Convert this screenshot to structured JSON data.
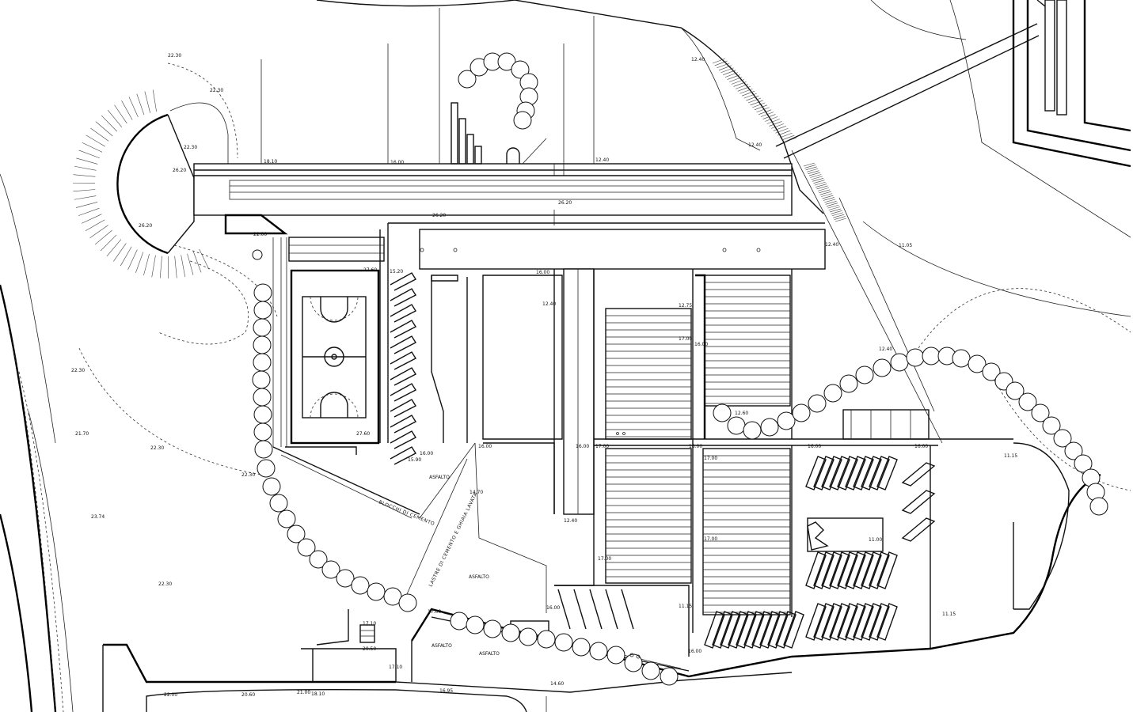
{
  "colors": {
    "ink": "#111111",
    "paper": "#ffffff"
  },
  "elevations": {
    "e01": "22.30",
    "e02": "22.30",
    "e03": "22.30",
    "e04": "22.30",
    "e05": "22.30",
    "e06": "26.20",
    "e07": "26.20",
    "e08": "22.00",
    "e09": "18.10",
    "e10": "16.00",
    "e11": "12.40",
    "e12": "12.40",
    "e13": "12.40",
    "e14": "26.20",
    "e15": "26.20",
    "e16": "12.40",
    "e17": "11.05",
    "e18": "12.40",
    "e19": "27.60",
    "e20": "15.20",
    "e21": "16.00",
    "e22": "12.40",
    "e23": "12.75",
    "e24": "17.00",
    "e25": "16.00",
    "e26": "27.60",
    "e27": "15.90",
    "e28": "16.00",
    "e29": "14.70",
    "e30": "16.00",
    "e31": "12.40",
    "e32": "16.00",
    "e33": "17.00",
    "e34": "17.00",
    "e35": "16.00",
    "e36": "12.60",
    "e37": "16.00",
    "e38": "16.00",
    "e39": "11.15",
    "e40": "17.00",
    "e41": "11.00",
    "e42": "11.15",
    "e43": "11.15",
    "e44": "21.70",
    "e45": "22.30",
    "e46": "23.74",
    "e47": "22.30",
    "e48": "22.00",
    "e49": "17.10",
    "e50": "20.50",
    "e51": "17.10",
    "e52": "17.00",
    "e53": "16.00",
    "e54": "14.60",
    "e55": "20.60",
    "e56": "21.00",
    "e57": "18.10",
    "e58": "16.95",
    "e59": "17.00",
    "e60": "16.00"
  },
  "labels": {
    "asfalto_1": "ASFALTO",
    "asfalto_2": "ASFALTO",
    "asfalto_3": "ASFALTO",
    "asfalto_4": "ASFALTO",
    "blocchi": "BLOCCHI DI CEMENTO",
    "lastre": "LASTRE DI CEMENTO E GHIAIA LAVATA"
  }
}
